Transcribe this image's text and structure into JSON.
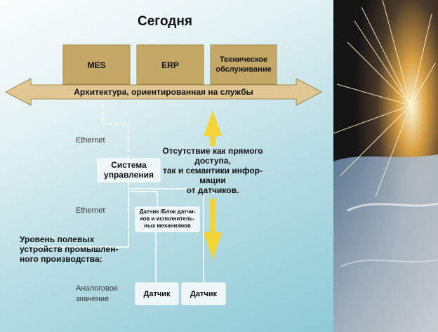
{
  "title": "Сегодня",
  "top_systems": [
    {
      "label": "MES"
    },
    {
      "label": "ERP"
    },
    {
      "label": "Техническое обслуживание",
      "lines": [
        "Техническое",
        "обслуживание"
      ]
    }
  ],
  "bus_label": "Архитектура, ориентированная на службы",
  "control_system": {
    "lines": [
      "Система",
      "управления"
    ]
  },
  "sensor_block": {
    "lines": [
      "Датчик /Блок датчи-",
      "ков и исполнитель-",
      "ных механизмов"
    ]
  },
  "sensors": [
    {
      "label": "Датчик"
    },
    {
      "label": "Датчик"
    }
  ],
  "ethernet_labels": [
    "Ethernet",
    "Ethernet"
  ],
  "field_level": {
    "lines": [
      "Уровень полевых",
      "устройств промышлен-",
      "ного производства:"
    ]
  },
  "analog_value": {
    "lines": [
      "Аналоговое",
      "значение"
    ]
  },
  "annotation": {
    "lines": [
      "Отсутствие как прямого",
      "доступа,",
      "так и семантики инфор-",
      "мации",
      "от датчиков."
    ]
  },
  "colors": {
    "system_box": "#c4a865",
    "bus_arrow": "#dfc893",
    "device_box": "#eef6f8",
    "yellow_arrow": "#f2d435",
    "connector": "#ffffff"
  }
}
